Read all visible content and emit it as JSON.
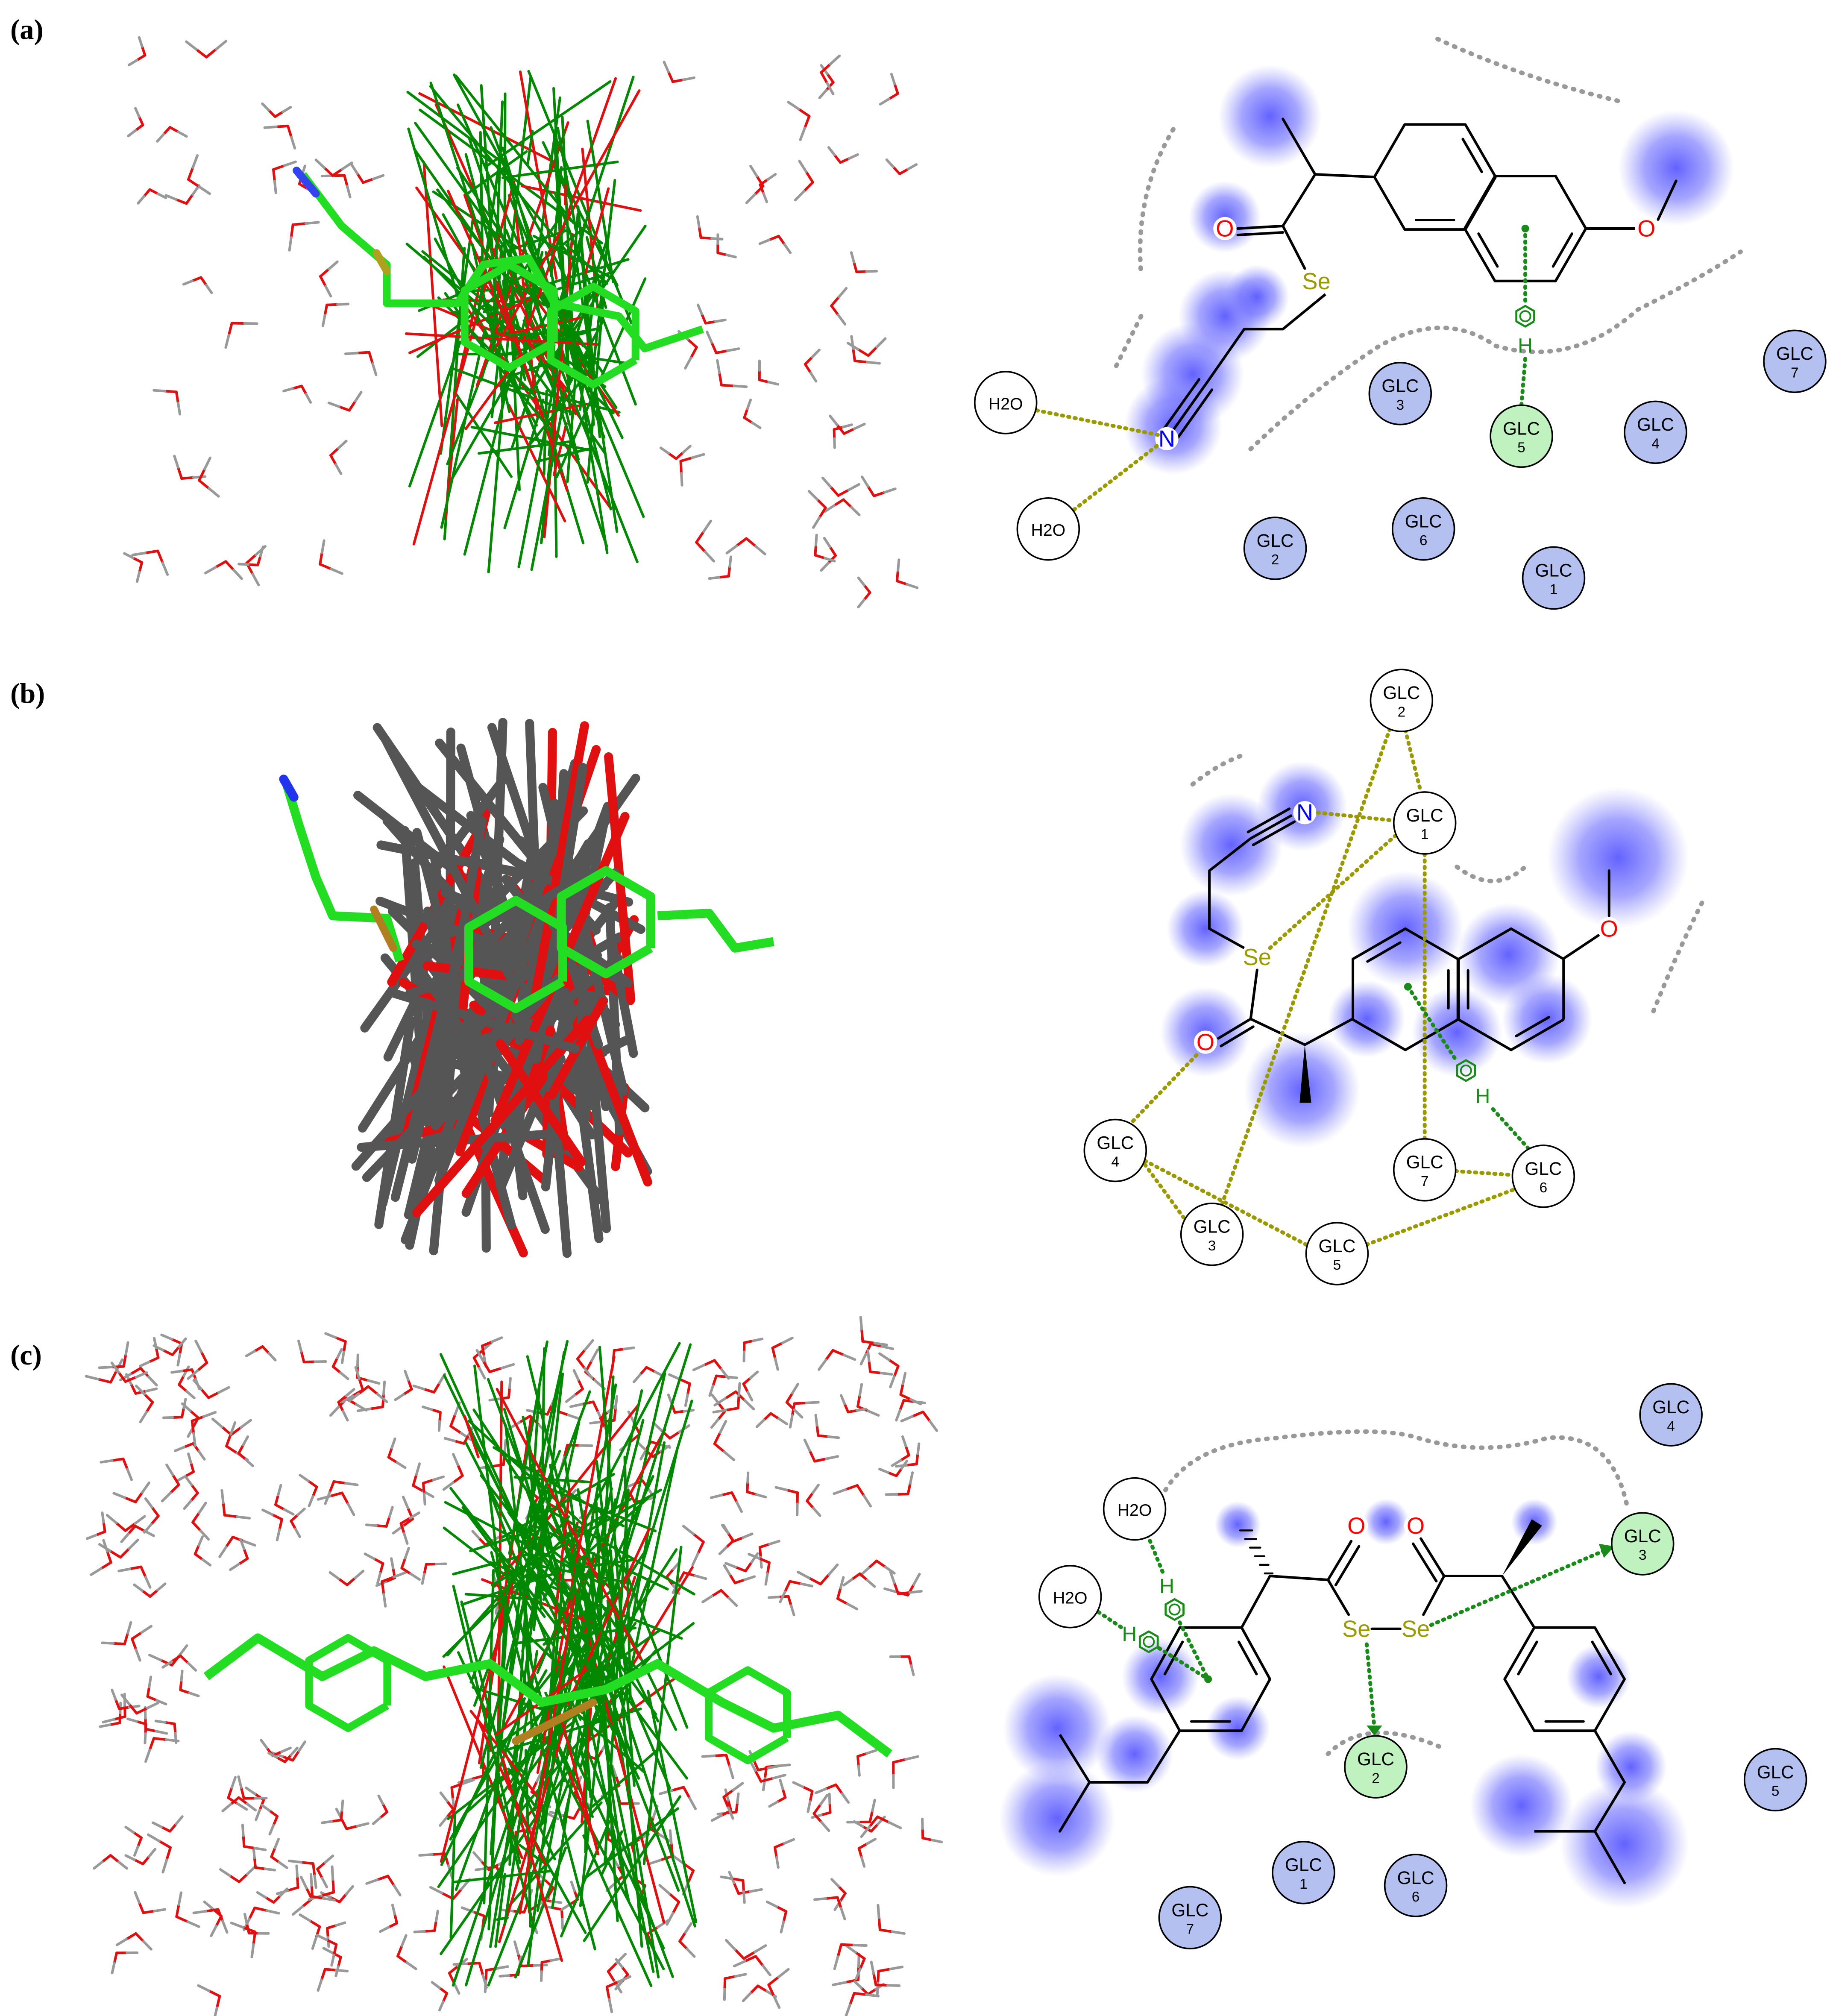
{
  "panels": [
    {
      "label": "(a)",
      "residues": [
        {
          "name": "GLC",
          "num": "3",
          "kind": "hydrophobic"
        },
        {
          "name": "GLC",
          "num": "7",
          "kind": "hydrophobic"
        },
        {
          "name": "GLC",
          "num": "5",
          "kind": "pi-contact"
        },
        {
          "name": "GLC",
          "num": "4",
          "kind": "hydrophobic"
        },
        {
          "name": "GLC",
          "num": "2",
          "kind": "hydrophobic"
        },
        {
          "name": "GLC",
          "num": "6",
          "kind": "hydrophobic"
        },
        {
          "name": "GLC",
          "num": "1",
          "kind": "hydrophobic"
        }
      ],
      "waters": [
        {
          "label": "H2O"
        },
        {
          "label": "H2O"
        }
      ],
      "atoms": {
        "oxygen": "O",
        "selenium": "Se",
        "nitrogen": "N",
        "hydrogen": "H",
        "methoxy_oxygen": "O"
      }
    },
    {
      "label": "(b)",
      "residues": [
        {
          "name": "GLC",
          "num": "2",
          "kind": "polar"
        },
        {
          "name": "GLC",
          "num": "1",
          "kind": "polar"
        },
        {
          "name": "GLC",
          "num": "4",
          "kind": "polar"
        },
        {
          "name": "GLC",
          "num": "3",
          "kind": "polar"
        },
        {
          "name": "GLC",
          "num": "5",
          "kind": "polar"
        },
        {
          "name": "GLC",
          "num": "7",
          "kind": "polar"
        },
        {
          "name": "GLC",
          "num": "6",
          "kind": "polar"
        }
      ],
      "atoms": {
        "oxygen": "O",
        "selenium": "Se",
        "nitrogen": "N",
        "hydrogen": "H",
        "methoxy_oxygen": "O"
      }
    },
    {
      "label": "(c)",
      "residues": [
        {
          "name": "GLC",
          "num": "4",
          "kind": "hydrophobic"
        },
        {
          "name": "GLC",
          "num": "3",
          "kind": "pi-contact"
        },
        {
          "name": "GLC",
          "num": "5",
          "kind": "hydrophobic"
        },
        {
          "name": "GLC",
          "num": "2",
          "kind": "pi-contact"
        },
        {
          "name": "GLC",
          "num": "1",
          "kind": "hydrophobic"
        },
        {
          "name": "GLC",
          "num": "6",
          "kind": "hydrophobic"
        },
        {
          "name": "GLC",
          "num": "7",
          "kind": "hydrophobic"
        }
      ],
      "waters": [
        {
          "label": "H2O"
        },
        {
          "label": "H2O"
        }
      ],
      "atoms": {
        "oxygen": "O",
        "selenium": "Se",
        "hydrogen": "H"
      }
    }
  ],
  "colors": {
    "hydrophobic_residue": "#b4c0f0",
    "pi_contact_residue": "#bff2bf",
    "polar_residue": "#ffffff",
    "hydrophobic_halo": "#5a5aff",
    "hbond_line": "#9a9a00",
    "pi_line": "#1a8a1a",
    "selenium": "#9a9a00",
    "oxygen": "#ff0000",
    "nitrogen": "#0000ff",
    "carbon_3d": "#00e000",
    "cyclodextrin_3d": "#008800"
  }
}
